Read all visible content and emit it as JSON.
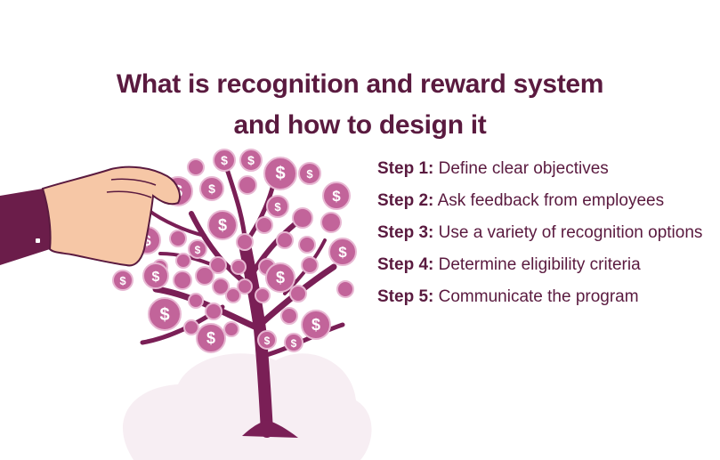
{
  "title": {
    "line1": "What is recognition and reward system",
    "line2": "and how to design it"
  },
  "steps": [
    {
      "label": "Step 1:",
      "text": "Define clear objectives"
    },
    {
      "label": "Step 2:",
      "text": "Ask feedback from employees"
    },
    {
      "label": "Step 3:",
      "text": "Use a variety of recognition options"
    },
    {
      "label": "Step 4:",
      "text": "Determine eligibility criteria"
    },
    {
      "label": "Step 5:",
      "text": "Communicate the program"
    }
  ],
  "illustration": {
    "icon": "money-tree-icon",
    "coin_symbol": "$",
    "colors": {
      "coin": "#c2649a",
      "coin_ring": "#e7b7d2",
      "trunk": "#7a1f56",
      "hand": "#f6c7a6",
      "sleeve": "#6b1d4a",
      "cloud": "#f7eef3"
    }
  },
  "colors": {
    "text": "#5a1a3f",
    "background": "#ffffff"
  }
}
